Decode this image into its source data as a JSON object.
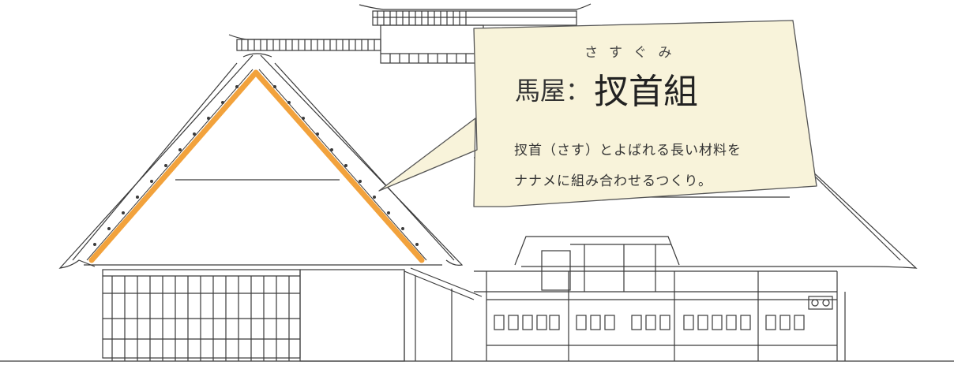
{
  "callout": {
    "ruby": "さすぐみ",
    "title_prefix": "馬屋：",
    "title_main": "扠首組",
    "description_line1": "扠首（さす）とよばれる長い材料を",
    "description_line2": "ナナメに組み合わせるつくり。"
  },
  "colors": {
    "highlight": "#f2a23c",
    "line": "#3a3a3a",
    "callout_fill": "#f8f3da",
    "callout_stroke": "#555555"
  },
  "icons": {
    "building": "traditional-japanese-house-elevation"
  }
}
